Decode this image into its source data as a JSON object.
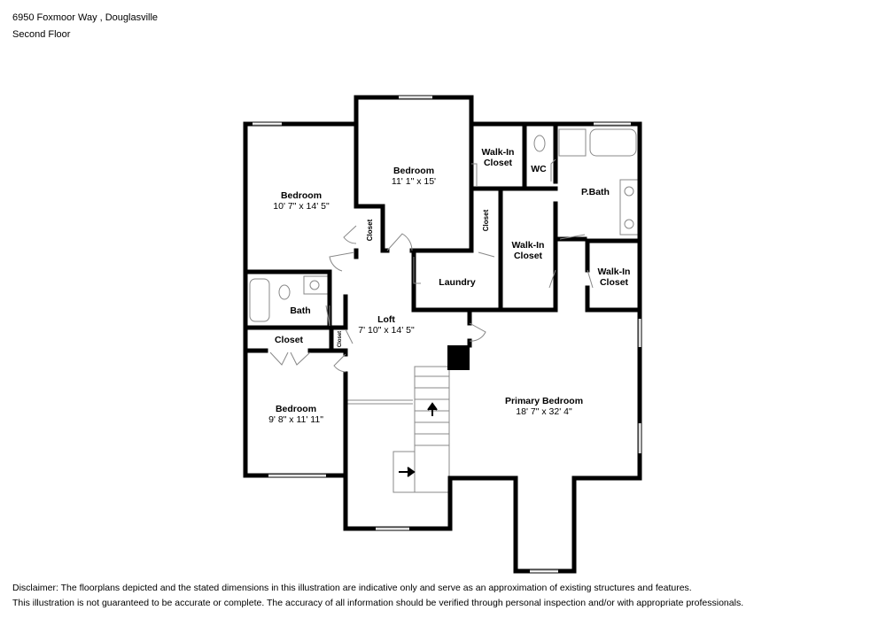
{
  "header": {
    "address": "6950 Foxmoor Way , Douglasville",
    "floor": "Second Floor"
  },
  "rooms": {
    "bedroom_nw": {
      "name": "Bedroom",
      "dims": "10' 7\" x 14' 5\""
    },
    "bedroom_n": {
      "name": "Bedroom",
      "dims": "11' 1\" x 15'"
    },
    "walkin_1": {
      "name": "Walk-In",
      "name2": "Closet"
    },
    "wc": {
      "name": "WC"
    },
    "pbath": {
      "name": "P.Bath"
    },
    "closet_v1": {
      "name": "Closet"
    },
    "closet_v2": {
      "name": "Closet"
    },
    "walkin_2": {
      "name": "Walk-In",
      "name2": "Closet"
    },
    "walkin_3": {
      "name": "Walk-In",
      "name2": "Closet"
    },
    "laundry": {
      "name": "Laundry"
    },
    "bath": {
      "name": "Bath"
    },
    "loft": {
      "name": "Loft",
      "dims": "7' 10\" x 14' 5\""
    },
    "closet_h": {
      "name": "Closet"
    },
    "closet_small": {
      "name": "Closet"
    },
    "bedroom_sw": {
      "name": "Bedroom",
      "dims": "9' 8\" x 11' 11\""
    },
    "primary": {
      "name": "Primary Bedroom",
      "dims": "18' 7\" x 32' 4\""
    }
  },
  "disclaimer": {
    "line1": "Disclaimer: The floorplans depicted and the stated dimensions in this illustration are indicative only and serve as an approximation of existing structures and features.",
    "line2": "This illustration is not guaranteed to be accurate or complete. The accuracy of all information should be verified through personal inspection and/or with appropriate professionals."
  }
}
